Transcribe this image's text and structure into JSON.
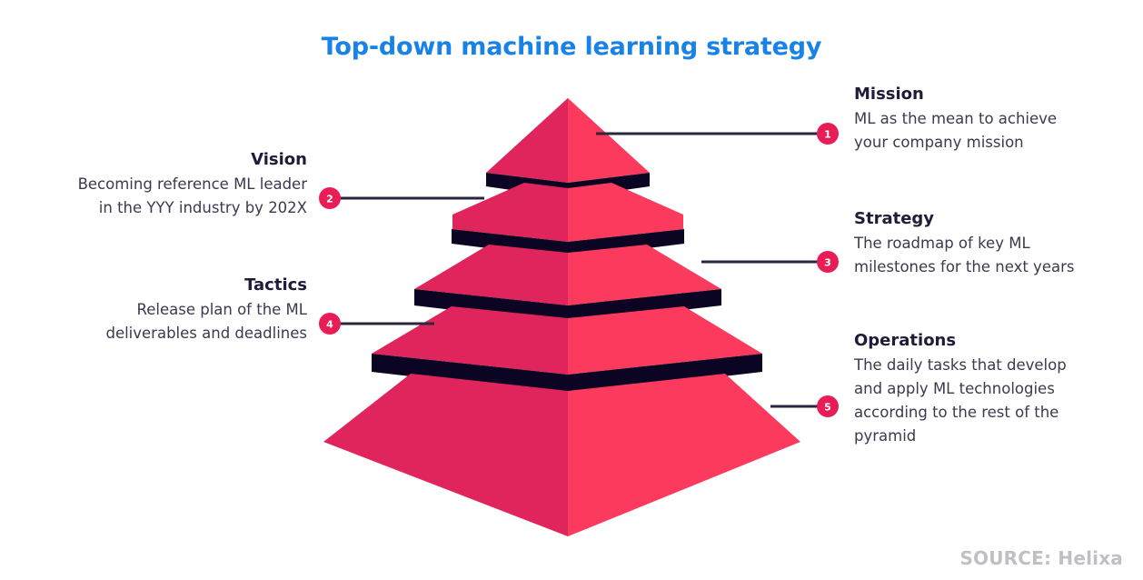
{
  "title": "Top-down machine learning strategy",
  "source": "SOURCE: Helixa",
  "colors": {
    "title_blue": "#1982E6",
    "face_left": "#E0255C",
    "face_right": "#FB3A5D",
    "gap_dark": "#0B0422",
    "badge_fill": "#E81D57",
    "badge_text": "#FFFFFF",
    "leader_line": "#2A2640",
    "heading_text": "#201B38",
    "body_text": "#3B3A4E",
    "source_text": "#BFC0C4",
    "background": "#FFFFFF"
  },
  "callouts": [
    {
      "number": "1",
      "side": "right",
      "tier": 1,
      "heading": "Mission",
      "lines": [
        "ML as the mean to achieve",
        "your company mission"
      ]
    },
    {
      "number": "2",
      "side": "left",
      "tier": 2,
      "heading": "Vision",
      "lines": [
        "Becoming reference ML leader",
        "in the YYY industry by 202X"
      ]
    },
    {
      "number": "3",
      "side": "right",
      "tier": 3,
      "heading": "Strategy",
      "lines": [
        "The roadmap of key ML",
        "milestones for the next years"
      ]
    },
    {
      "number": "4",
      "side": "left",
      "tier": 4,
      "heading": "Tactics",
      "lines": [
        "Release plan of the ML",
        "deliverables and deadlines"
      ]
    },
    {
      "number": "5",
      "side": "right",
      "tier": 5,
      "heading": "Operations",
      "lines": [
        "The daily tasks that develop",
        "and apply ML technologies",
        "according to the rest of the",
        "pyramid"
      ]
    }
  ],
  "pyramid": {
    "type": "layered-3d-pyramid",
    "tier_count": 5,
    "tiers_top_to_bottom": [
      "Mission",
      "Vision",
      "Strategy",
      "Tactics",
      "Operations"
    ]
  }
}
